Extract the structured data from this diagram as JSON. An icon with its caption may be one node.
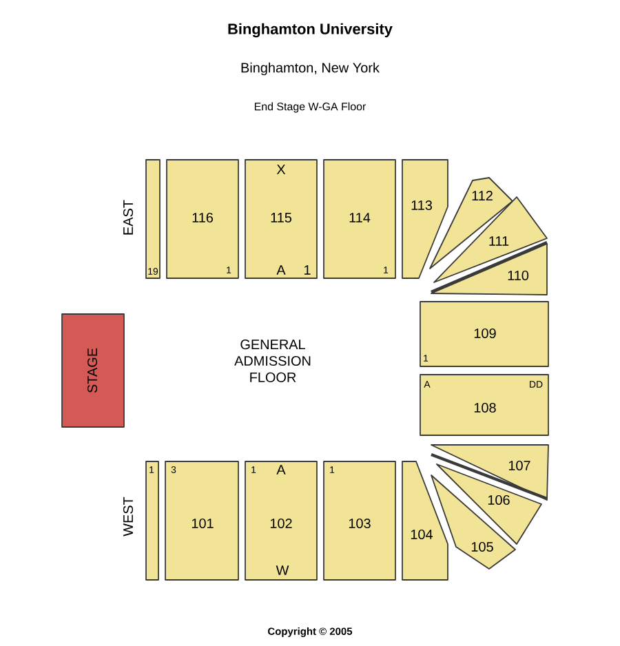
{
  "diagram": {
    "title": "Binghamton University",
    "nodes": [
      {
        "text": [
          "19"
        ]
      },
      {
        "text": [
          "116",
          "1"
        ]
      },
      {
        "text": [
          "X",
          "115",
          "A",
          "1"
        ]
      },
      {
        "text": [
          "114",
          "1"
        ]
      },
      {
        "text": [
          "113"
        ]
      },
      {
        "text": [
          "112"
        ]
      },
      {
        "text": [
          "111"
        ]
      },
      {
        "text": [
          "110"
        ]
      },
      {
        "text": [
          "STAGE"
        ]
      },
      {
        "text": [
          "109",
          "1"
        ]
      },
      {
        "text": [
          "A",
          "DD",
          "108"
        ]
      },
      {
        "text": [
          "1"
        ]
      },
      {
        "text": [
          "3",
          "101"
        ]
      },
      {
        "text": [
          "1",
          "A",
          "102",
          "W"
        ]
      },
      {
        "text": [
          "1",
          "103"
        ]
      },
      {
        "text": [
          "104"
        ]
      },
      {
        "text": [
          "107"
        ]
      },
      {
        "text": [
          "106"
        ]
      },
      {
        "text": [
          "105"
        ]
      }
    ],
    "labels": [
      "Binghamton, New York",
      "End Stage W-GA Floor",
      "EAST",
      "GENERAL ADMISSION FLOOR",
      "WEST",
      "Copyright © 2005"
    ]
  }
}
